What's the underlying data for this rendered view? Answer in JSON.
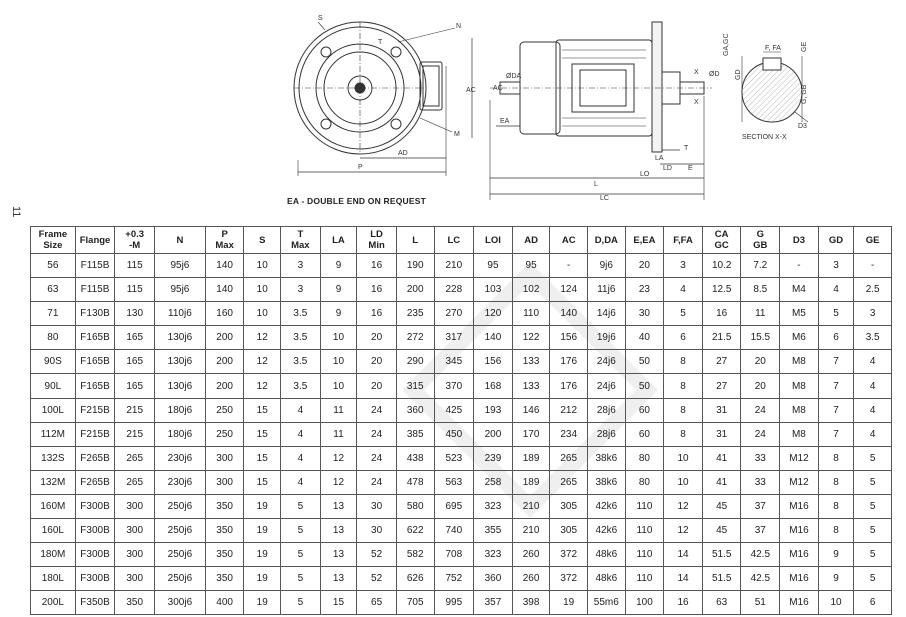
{
  "page_number": "11",
  "caption": "EA - DOUBLE END ON REQUEST",
  "front_view_labels": {
    "s": "S",
    "n": "N",
    "t": "T",
    "ac": "AC",
    "m": "M",
    "ad": "AD",
    "p": "P"
  },
  "side_view_labels": {
    "oda": "ØDA",
    "ac": "AC",
    "ea": "EA",
    "x_top": "X",
    "x_bottom": "X",
    "od": "ØD",
    "la": "LA",
    "t": "T",
    "ld": "LD",
    "e": "E",
    "lo": "LO",
    "l": "L",
    "lc": "LC"
  },
  "section_labels": {
    "ga_gc": "GA,GC",
    "f_fa": "F, FA",
    "ge": "GE",
    "gd": "GD",
    "g_gb": "G, GB",
    "d3": "D3",
    "section": "SECTION X-X"
  },
  "table": {
    "headers": [
      [
        "Frame",
        "Size"
      ],
      [
        "Flange"
      ],
      [
        "+0.3",
        "-M"
      ],
      [
        "N"
      ],
      [
        "P",
        "Max"
      ],
      [
        "S"
      ],
      [
        "T",
        "Max"
      ],
      [
        "LA"
      ],
      [
        "LD",
        "Min"
      ],
      [
        "L"
      ],
      [
        "LC"
      ],
      [
        "LOI"
      ],
      [
        "AD"
      ],
      [
        "AC"
      ],
      [
        "D,DA"
      ],
      [
        "E,EA"
      ],
      [
        "F,FA"
      ],
      [
        "CA",
        "GC"
      ],
      [
        "G",
        "GB"
      ],
      [
        "D3"
      ],
      [
        "GD"
      ],
      [
        "GE"
      ]
    ],
    "rows": [
      [
        "56",
        "F115B",
        "115",
        "95j6",
        "140",
        "10",
        "3",
        "9",
        "16",
        "190",
        "210",
        "95",
        "95",
        "-",
        "9j6",
        "20",
        "3",
        "10.2",
        "7.2",
        "-",
        "3",
        "-"
      ],
      [
        "63",
        "F115B",
        "115",
        "95j6",
        "140",
        "10",
        "3",
        "9",
        "16",
        "200",
        "228",
        "103",
        "102",
        "124",
        "11j6",
        "23",
        "4",
        "12.5",
        "8.5",
        "M4",
        "4",
        "2.5"
      ],
      [
        "71",
        "F130B",
        "130",
        "110j6",
        "160",
        "10",
        "3.5",
        "9",
        "16",
        "235",
        "270",
        "120",
        "110",
        "140",
        "14j6",
        "30",
        "5",
        "16",
        "11",
        "M5",
        "5",
        "3"
      ],
      [
        "80",
        "F165B",
        "165",
        "130j6",
        "200",
        "12",
        "3.5",
        "10",
        "20",
        "272",
        "317",
        "140",
        "122",
        "156",
        "19j6",
        "40",
        "6",
        "21.5",
        "15.5",
        "M6",
        "6",
        "3.5"
      ],
      [
        "90S",
        "F165B",
        "165",
        "130j6",
        "200",
        "12",
        "3.5",
        "10",
        "20",
        "290",
        "345",
        "156",
        "133",
        "176",
        "24j6",
        "50",
        "8",
        "27",
        "20",
        "M8",
        "7",
        "4"
      ],
      [
        "90L",
        "F165B",
        "165",
        "130j6",
        "200",
        "12",
        "3.5",
        "10",
        "20",
        "315",
        "370",
        "168",
        "133",
        "176",
        "24j6",
        "50",
        "8",
        "27",
        "20",
        "M8",
        "7",
        "4"
      ],
      [
        "100L",
        "F215B",
        "215",
        "180j6",
        "250",
        "15",
        "4",
        "11",
        "24",
        "360",
        "425",
        "193",
        "146",
        "212",
        "28j6",
        "60",
        "8",
        "31",
        "24",
        "M8",
        "7",
        "4"
      ],
      [
        "112M",
        "F215B",
        "215",
        "180j6",
        "250",
        "15",
        "4",
        "11",
        "24",
        "385",
        "450",
        "200",
        "170",
        "234",
        "28j6",
        "60",
        "8",
        "31",
        "24",
        "M8",
        "7",
        "4"
      ],
      [
        "132S",
        "F265B",
        "265",
        "230j6",
        "300",
        "15",
        "4",
        "12",
        "24",
        "438",
        "523",
        "239",
        "189",
        "265",
        "38k6",
        "80",
        "10",
        "41",
        "33",
        "M12",
        "8",
        "5"
      ],
      [
        "132M",
        "F265B",
        "265",
        "230j6",
        "300",
        "15",
        "4",
        "12",
        "24",
        "478",
        "563",
        "258",
        "189",
        "265",
        "38k6",
        "80",
        "10",
        "41",
        "33",
        "M12",
        "8",
        "5"
      ],
      [
        "160M",
        "F300B",
        "300",
        "250j6",
        "350",
        "19",
        "5",
        "13",
        "30",
        "580",
        "695",
        "323",
        "210",
        "305",
        "42k6",
        "110",
        "12",
        "45",
        "37",
        "M16",
        "8",
        "5"
      ],
      [
        "160L",
        "F300B",
        "300",
        "250j6",
        "350",
        "19",
        "5",
        "13",
        "30",
        "622",
        "740",
        "355",
        "210",
        "305",
        "42k6",
        "110",
        "12",
        "45",
        "37",
        "M16",
        "8",
        "5"
      ],
      [
        "180M",
        "F300B",
        "300",
        "250j6",
        "350",
        "19",
        "5",
        "13",
        "52",
        "582",
        "708",
        "323",
        "260",
        "372",
        "48k6",
        "110",
        "14",
        "51.5",
        "42.5",
        "M16",
        "9",
        "5"
      ],
      [
        "180L",
        "F300B",
        "300",
        "250j6",
        "350",
        "19",
        "5",
        "13",
        "52",
        "626",
        "752",
        "360",
        "260",
        "372",
        "48k6",
        "110",
        "14",
        "51.5",
        "42.5",
        "M16",
        "9",
        "5"
      ],
      [
        "200L",
        "F350B",
        "350",
        "300j6",
        "400",
        "19",
        "5",
        "15",
        "65",
        "705",
        "995",
        "357",
        "398",
        "19",
        "55m6",
        "100",
        "16",
        "63",
        "51",
        "M16",
        "10",
        "6"
      ]
    ]
  }
}
